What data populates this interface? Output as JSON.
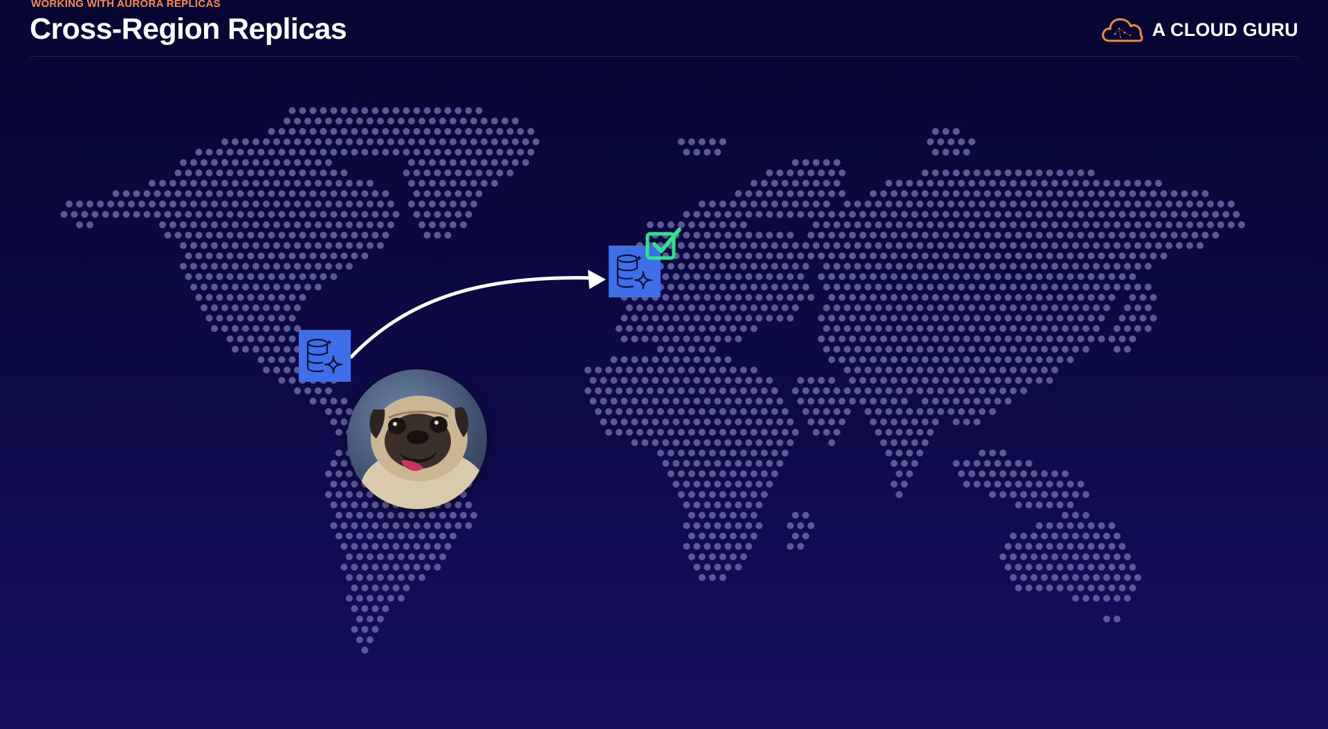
{
  "header": {
    "eyebrow": "WORKING WITH AURORA REPLICAS",
    "title": "Cross-Region Replicas"
  },
  "brand": {
    "name": "A CLOUD GURU",
    "logo_icon": "cloud-logo-icon",
    "accent_color": "#f08a3c"
  },
  "diagram": {
    "map_icon": "dotted-world-map",
    "primary_node_icon": "aurora-database-icon",
    "replica_node_icon": "aurora-database-icon",
    "status_icon": "checkbox-checked-icon",
    "connector_icon": "curved-arrow-icon",
    "node_color": "#3f6fe8",
    "status_color": "#2ee38a",
    "dot_color": "#5d5896"
  },
  "presenter": {
    "avatar_icon": "pug-avatar"
  }
}
